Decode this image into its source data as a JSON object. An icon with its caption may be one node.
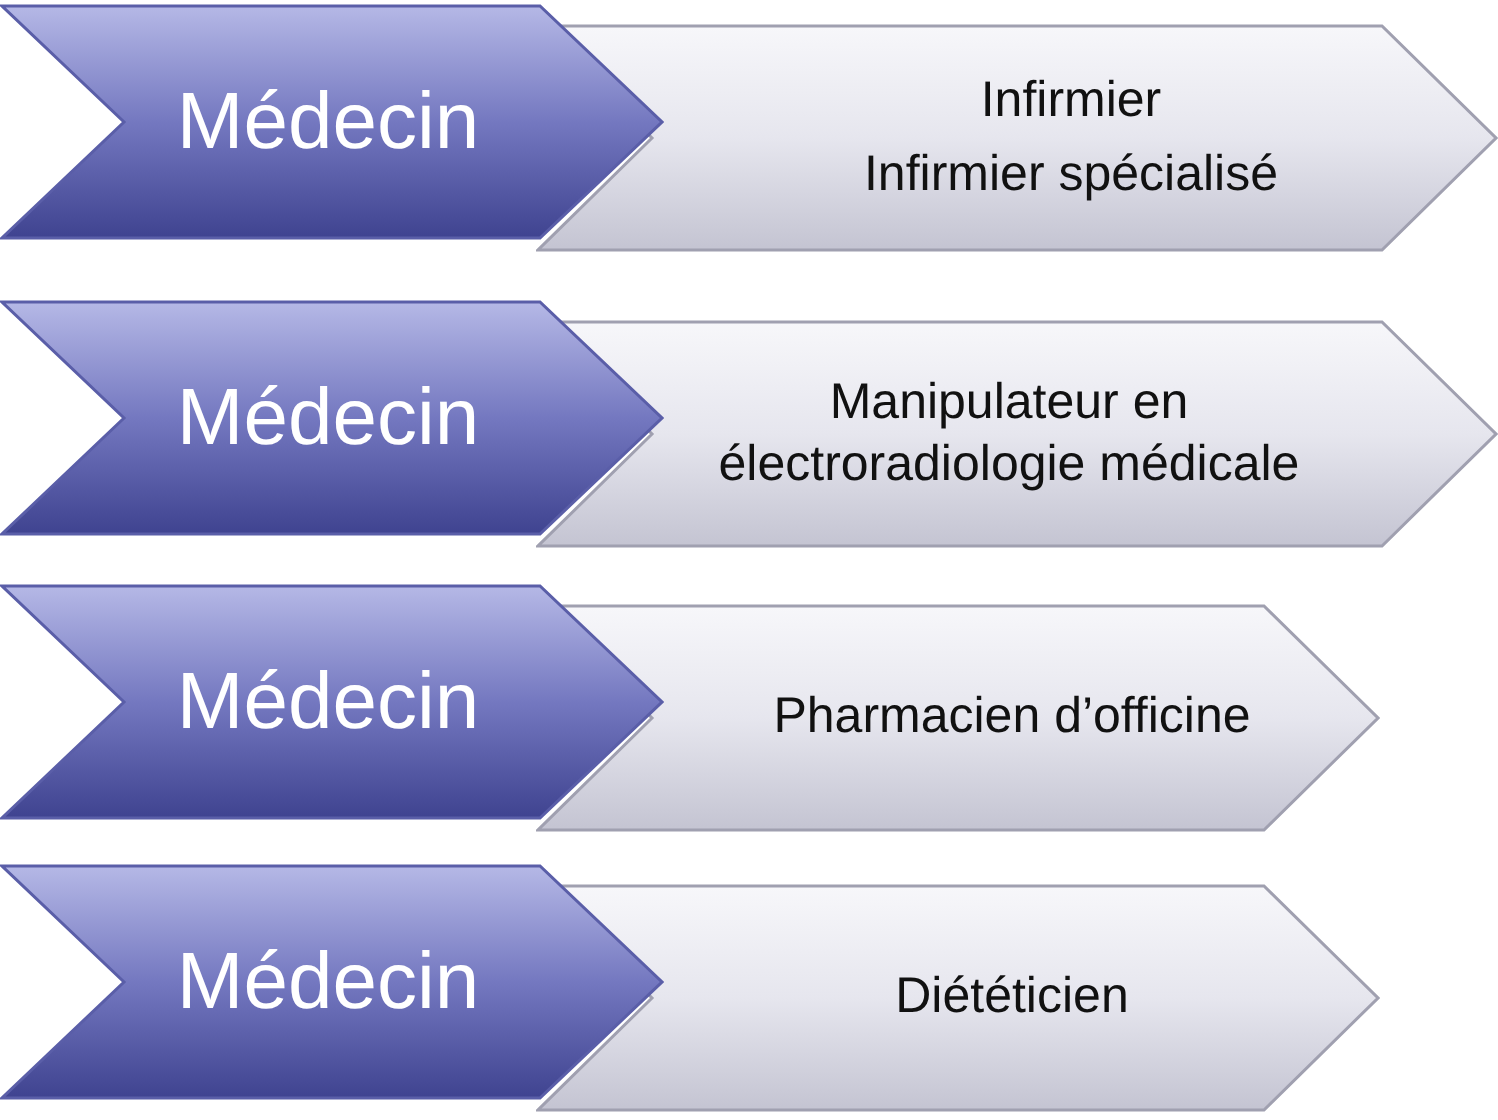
{
  "diagram": {
    "nodes": [
      {
        "text": [
          "Médecin"
        ]
      },
      {
        "text": [
          "Infirmier",
          "Infirmier spécialisé"
        ]
      },
      {
        "text": [
          "Médecin"
        ]
      },
      {
        "text": [
          "Manipulateur en électroradiologie médicale"
        ]
      },
      {
        "text": [
          "Médecin"
        ]
      },
      {
        "text": [
          "Pharmacien d’officine"
        ]
      },
      {
        "text": [
          "Médecin"
        ]
      },
      {
        "text": [
          "Diététicien"
        ]
      }
    ]
  }
}
